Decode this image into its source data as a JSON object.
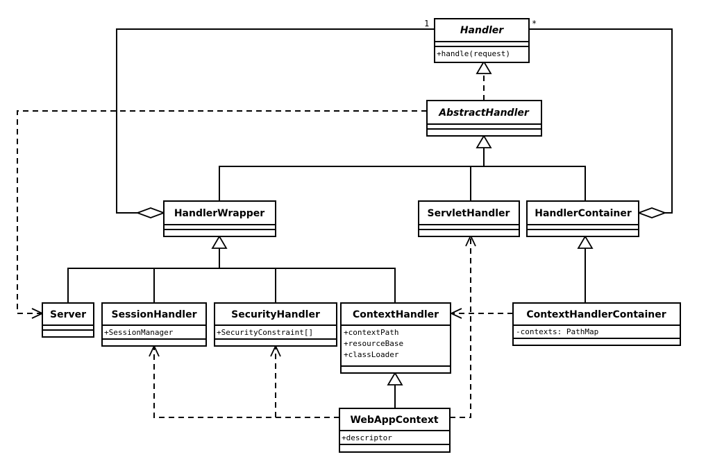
{
  "classes": {
    "handler": {
      "name": "Handler",
      "members": [
        "+handle(request)"
      ]
    },
    "abstract_handler": {
      "name": "AbstractHandler",
      "members": []
    },
    "handler_wrapper": {
      "name": "HandlerWrapper",
      "members": []
    },
    "servlet_handler": {
      "name": "ServletHandler",
      "members": []
    },
    "handler_container": {
      "name": "HandlerContainer",
      "members": []
    },
    "server": {
      "name": "Server",
      "members": []
    },
    "session_handler": {
      "name": "SessionHandler",
      "members": [
        "+SessionManager"
      ]
    },
    "security_handler": {
      "name": "SecurityHandler",
      "members": [
        "+SecurityConstraint[]"
      ]
    },
    "context_handler": {
      "name": "ContextHandler",
      "members": [
        "+contextPath",
        "+resourceBase",
        "+classLoader"
      ]
    },
    "context_handler_container": {
      "name": "ContextHandlerContainer",
      "members": [
        "-contexts: PathMap"
      ]
    },
    "webapp_context": {
      "name": "WebAppContext",
      "members": [
        "+descriptor"
      ]
    }
  },
  "multiplicities": {
    "wrapper_end": "1",
    "container_end": "*"
  }
}
